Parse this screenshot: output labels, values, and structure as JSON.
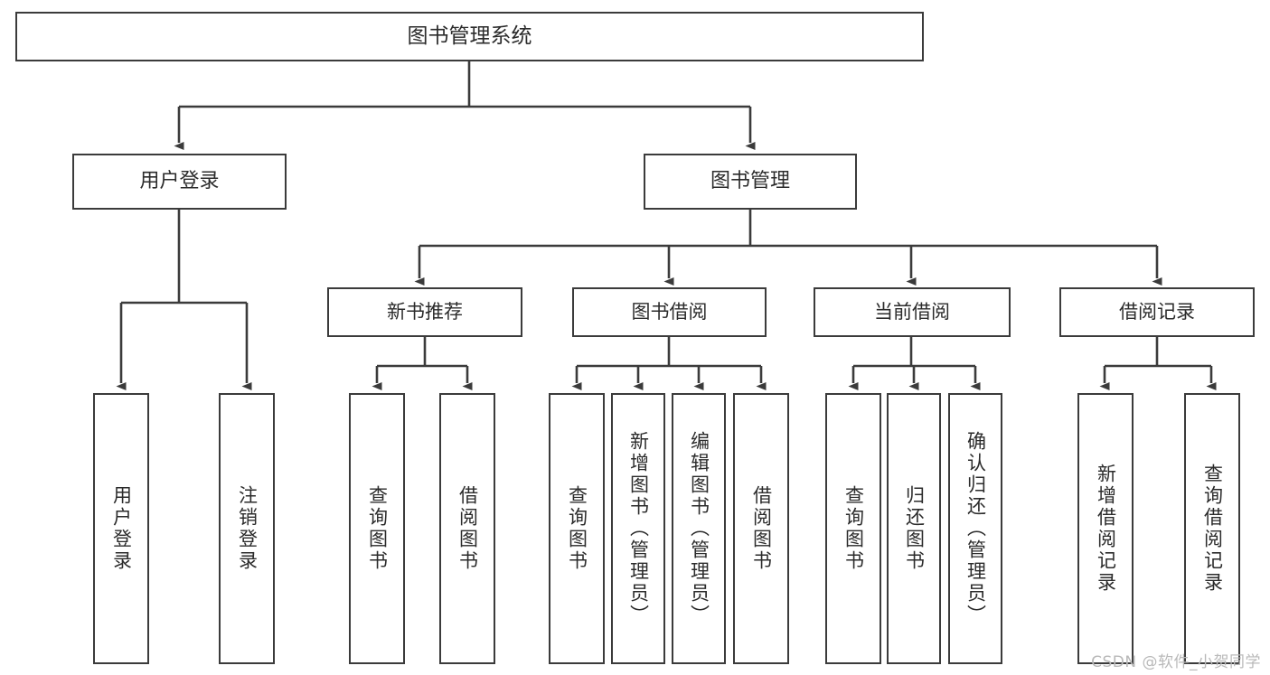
{
  "diagram": {
    "title": "图书管理系统",
    "type": "tree",
    "watermark": "CSDN @软件_小贺同学",
    "colors": {
      "box_border": "#3b3b3b",
      "box_fill": "#ffffff",
      "edge": "#3b3b3b",
      "text": "#2b2b2b",
      "watermark": "#b9b9b9",
      "background": "#ffffff"
    },
    "nodes": {
      "root": {
        "label": "图书管理系统"
      },
      "level2": [
        {
          "id": "user-login",
          "label": "用户登录"
        },
        {
          "id": "book-management",
          "label": "图书管理"
        }
      ],
      "level3": [
        {
          "id": "new-book-recommend",
          "label": "新书推荐"
        },
        {
          "id": "book-borrow",
          "label": "图书借阅"
        },
        {
          "id": "current-borrow",
          "label": "当前借阅"
        },
        {
          "id": "borrow-record",
          "label": "借阅记录"
        }
      ],
      "leaves": [
        {
          "id": "leaf-user-login",
          "label": "用户登录",
          "parent": "user-login"
        },
        {
          "id": "leaf-logout-login",
          "label": "注销登录",
          "parent": "user-login"
        },
        {
          "id": "leaf-query-book-1",
          "label": "查询图书",
          "parent": "new-book-recommend"
        },
        {
          "id": "leaf-borrow-book-1",
          "label": "借阅图书",
          "parent": "new-book-recommend"
        },
        {
          "id": "leaf-query-book-2",
          "label": "查询图书",
          "parent": "book-borrow"
        },
        {
          "id": "leaf-add-book-admin",
          "label": "新增图书（管理员）",
          "parent": "book-borrow"
        },
        {
          "id": "leaf-edit-book-admin",
          "label": "编辑图书（管理员）",
          "parent": "book-borrow"
        },
        {
          "id": "leaf-borrow-book-2",
          "label": "借阅图书",
          "parent": "book-borrow"
        },
        {
          "id": "leaf-query-book-3",
          "label": "查询图书",
          "parent": "current-borrow"
        },
        {
          "id": "leaf-return-book",
          "label": "归还图书",
          "parent": "current-borrow"
        },
        {
          "id": "leaf-confirm-return-admin",
          "label": "确认归还（管理员）",
          "parent": "current-borrow"
        },
        {
          "id": "leaf-add-borrow-record",
          "label": "新增借阅记录",
          "parent": "borrow-record"
        },
        {
          "id": "leaf-query-borrow-record",
          "label": "查询借阅记录",
          "parent": "borrow-record"
        }
      ]
    }
  }
}
